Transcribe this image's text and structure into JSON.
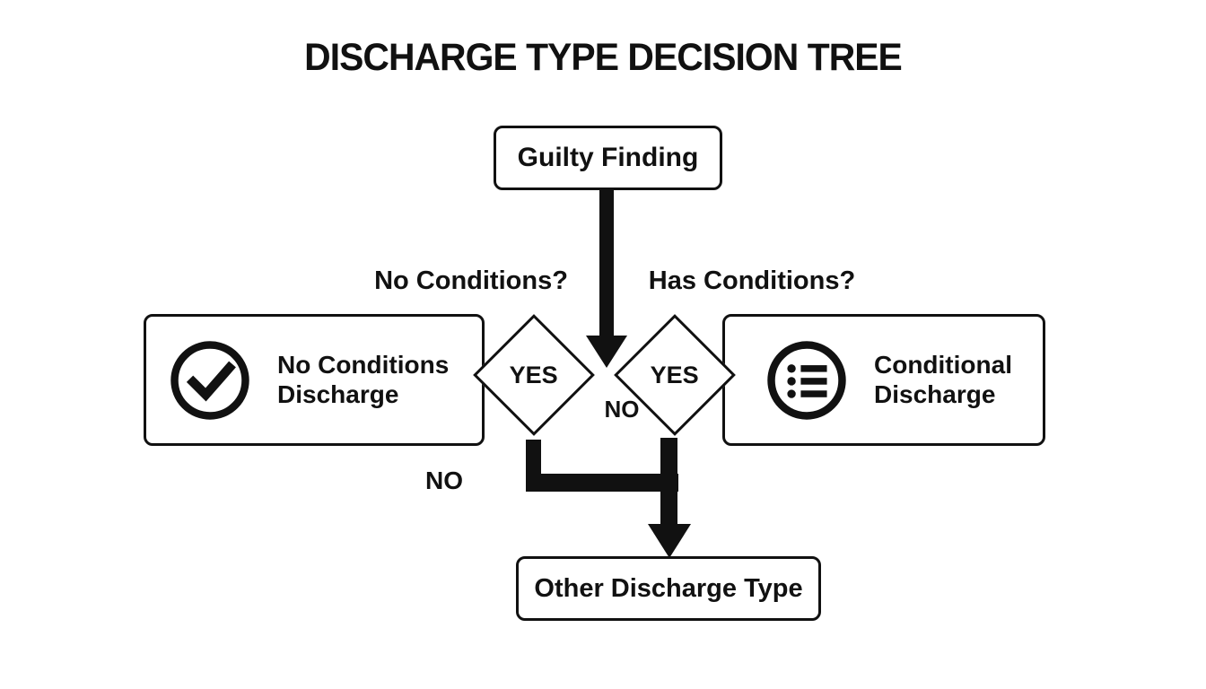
{
  "title": "DISCHARGE TYPE DECISION TREE",
  "flowchart": {
    "root": {
      "label": "Guilty Finding"
    },
    "questions": {
      "left": "No Conditions?",
      "right": "Has Conditions?"
    },
    "decisions": {
      "left_yes": "YES",
      "right_yes": "YES",
      "middle_no": "NO",
      "elbow_no": "NO"
    },
    "results": {
      "left": {
        "label": "No Conditions Discharge",
        "icon": "check-circle-icon"
      },
      "right": {
        "label": "Conditional Discharge",
        "icon": "list-circle-icon"
      },
      "bottom": {
        "label": "Other Discharge Type"
      }
    }
  },
  "colors": {
    "ink": "#111111",
    "background": "#ffffff"
  }
}
